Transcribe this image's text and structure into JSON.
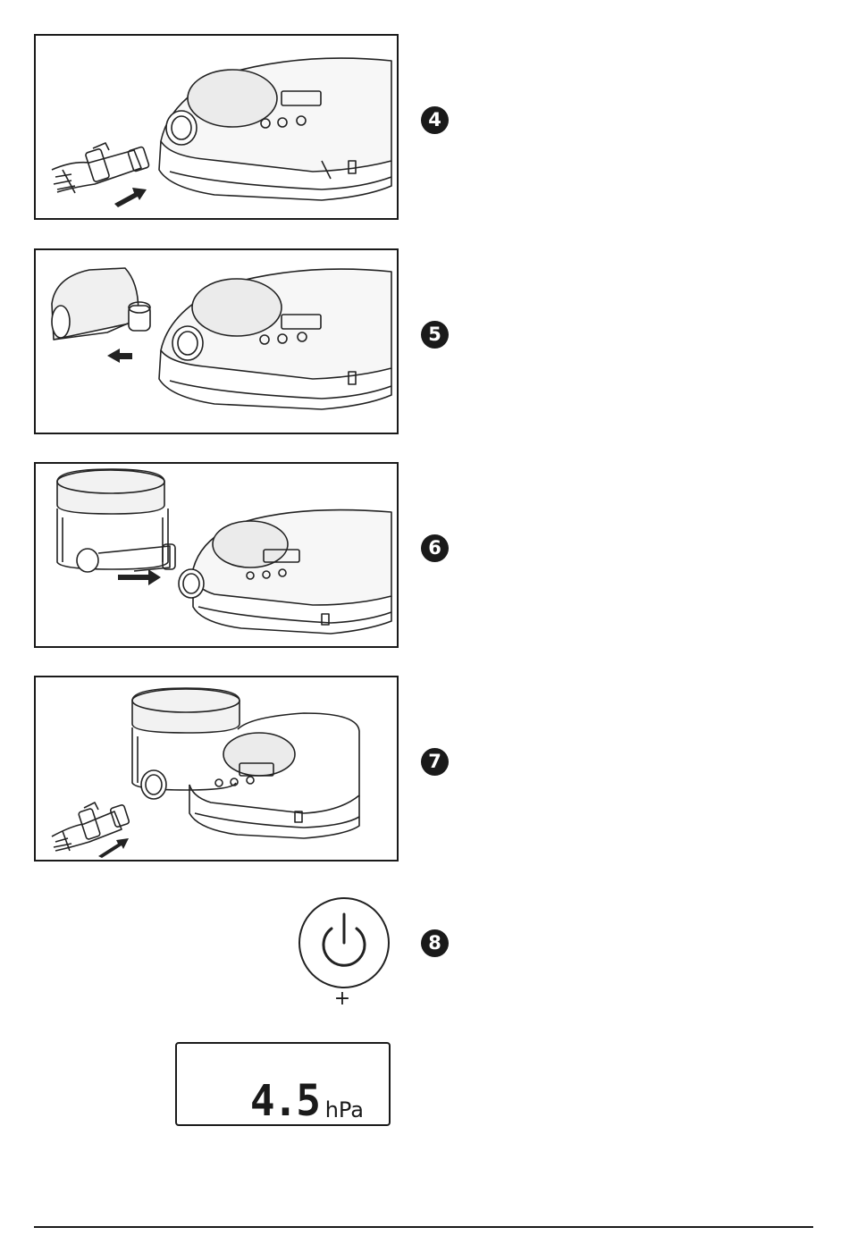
{
  "steps": [
    {
      "number": "4",
      "illustration": "disconnect-tube-from-device"
    },
    {
      "number": "5",
      "illustration": "remove-humidifier-from-device"
    },
    {
      "number": "6",
      "illustration": "attach-humidifier-to-device"
    },
    {
      "number": "7",
      "illustration": "connect-tube-to-humidifier"
    },
    {
      "number": "8",
      "illustration": "press-power-button"
    }
  ],
  "power_button": {
    "icon": "power-icon",
    "modifier_label": "+"
  },
  "display": {
    "value": "4.5",
    "unit": "hPa"
  }
}
